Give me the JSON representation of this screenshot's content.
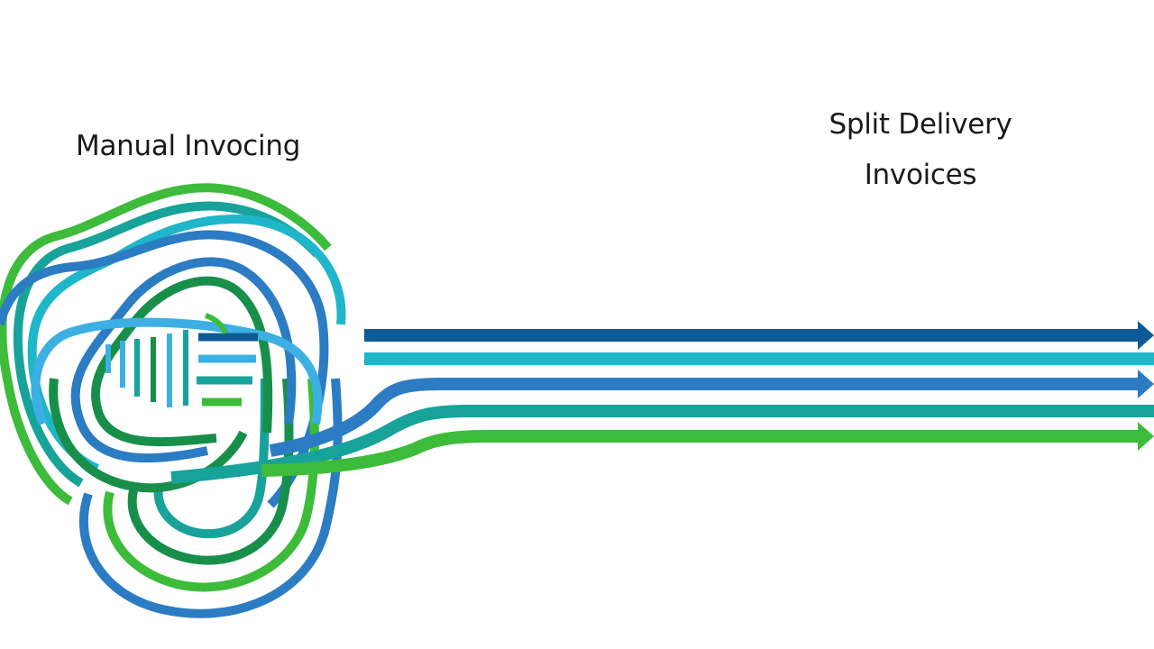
{
  "labels": {
    "left": "Manual Invocing",
    "right_line1": "Split Delivery",
    "right_line2": "Invoices"
  },
  "icons": {
    "tangle": "tangled-lines-icon",
    "arrows": "arrow-right-icon"
  },
  "colors": {
    "background": "#ffffff",
    "text": "#1a1a1a",
    "arrow_navy": "#0e5a94",
    "arrow_cyan": "#1fb6c9",
    "arrow_blue": "#2b7cc2",
    "arrow_teal": "#17a39a",
    "arrow_green": "#45b53f",
    "loop_lime": "#3dbb3a",
    "loop_green": "#178f4a",
    "loop_sky": "#3cb0e3"
  }
}
